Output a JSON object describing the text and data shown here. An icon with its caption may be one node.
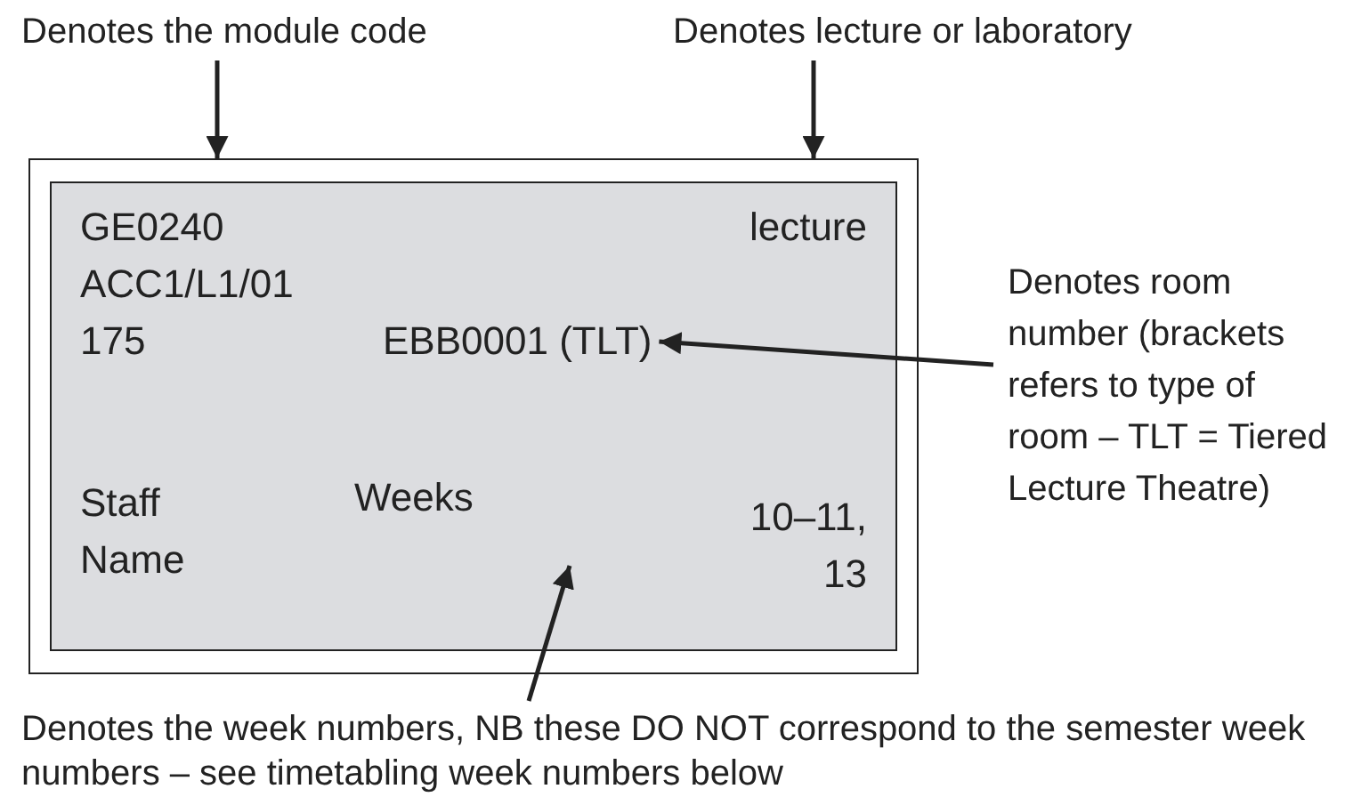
{
  "diagram": {
    "nodes": [
      {
        "text": [],
        "shape": "box"
      },
      {
        "text": [],
        "shape": "box",
        "in": 0
      },
      {
        "text": [
          "GE0240"
        ],
        "in": 1
      },
      {
        "text": [
          "ACC1/L1/01"
        ],
        "in": 1
      },
      {
        "text": [
          "175"
        ],
        "in": 1
      },
      {
        "text": [
          "lecture"
        ],
        "in": 1
      },
      {
        "text": [
          "EBB0001 (TLT)"
        ],
        "in": 1
      },
      {
        "text": [
          "Staff Name"
        ],
        "in": 1
      },
      {
        "text": [
          "Weeks"
        ],
        "in": 1
      },
      {
        "text": [
          "10–11, 13"
        ],
        "in": 1
      },
      {
        "text": [
          "Denotes the module code"
        ]
      },
      {
        "text": [
          "Denotes lecture or laboratory"
        ]
      },
      {
        "text": [
          "Denotes room number (brackets refers to type of room – TLT = Tiered Lecture Theatre)"
        ]
      },
      {
        "text": [
          "Denotes the week numbers, NB these DO NOT correspond to the semester week numbers – see timetabling week numbers below"
        ]
      }
    ],
    "edges": [
      {
        "from": 10,
        "to": 0,
        "arrow": "to"
      },
      {
        "from": 11,
        "to": 0,
        "arrow": "to"
      },
      {
        "from": 12,
        "to": 6,
        "arrow": "to"
      },
      {
        "from": 13,
        "to": null,
        "arrow": "to"
      }
    ]
  }
}
